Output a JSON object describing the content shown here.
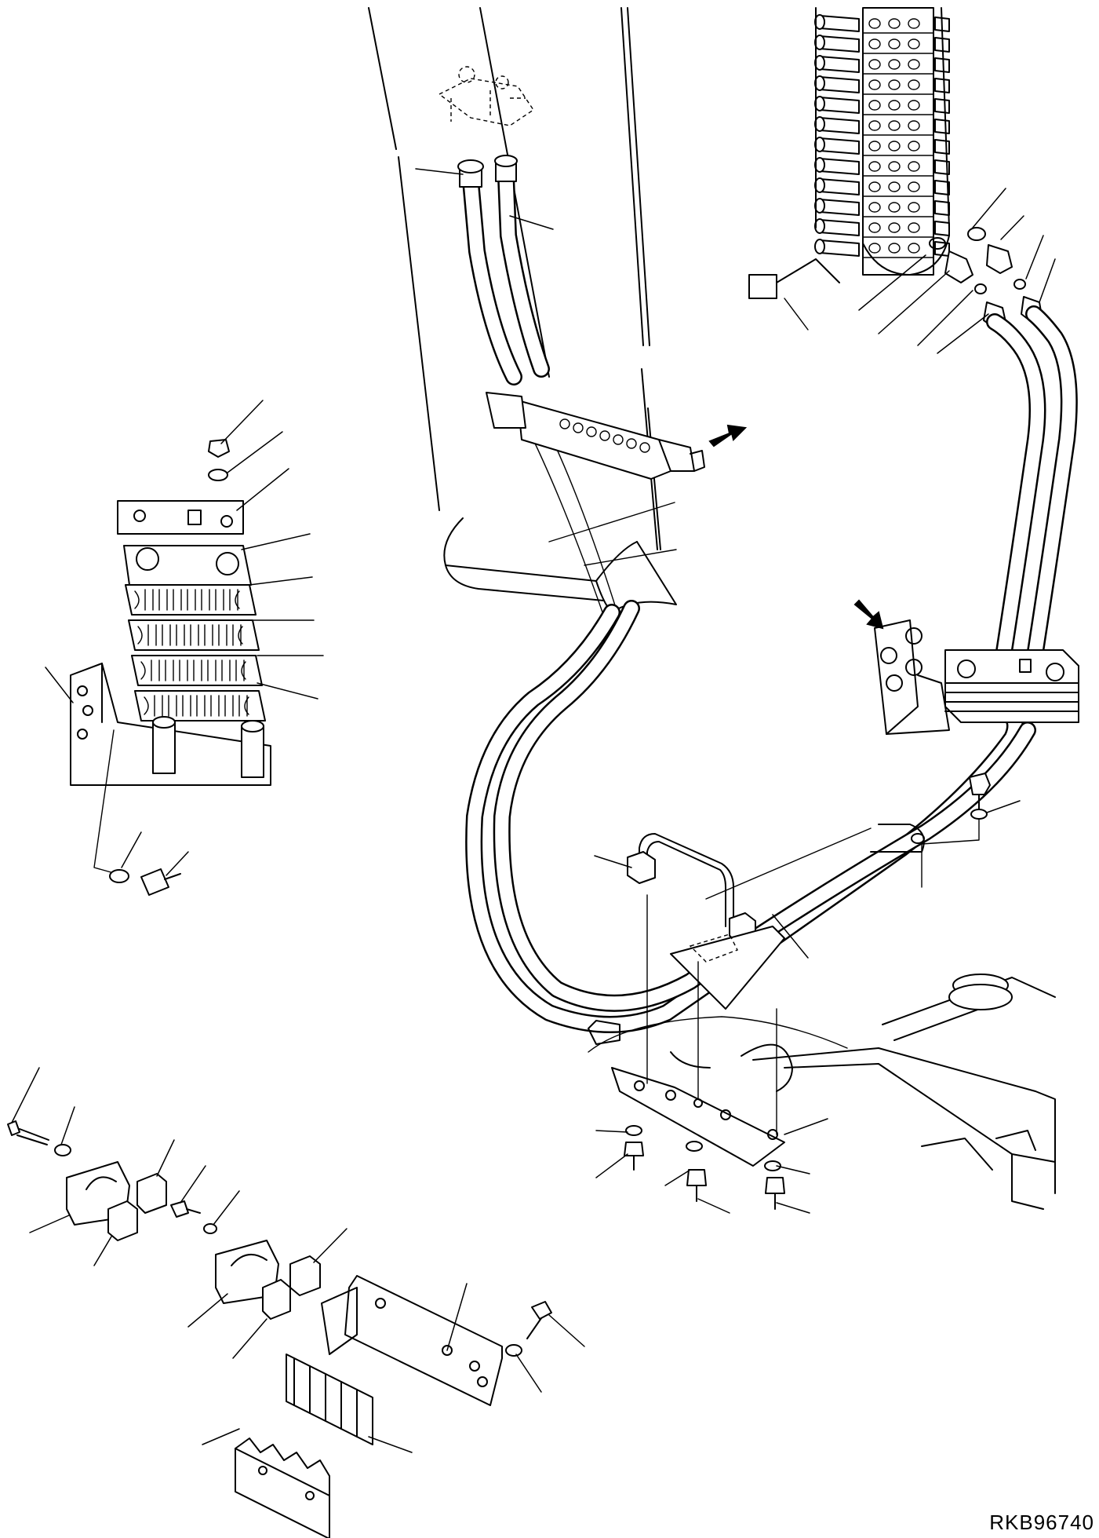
{
  "drawing": {
    "number": "RKB96740"
  },
  "callouts": {
    "arrows": [
      "boom-mount-arrow",
      "valve-bracket-arrow"
    ]
  }
}
